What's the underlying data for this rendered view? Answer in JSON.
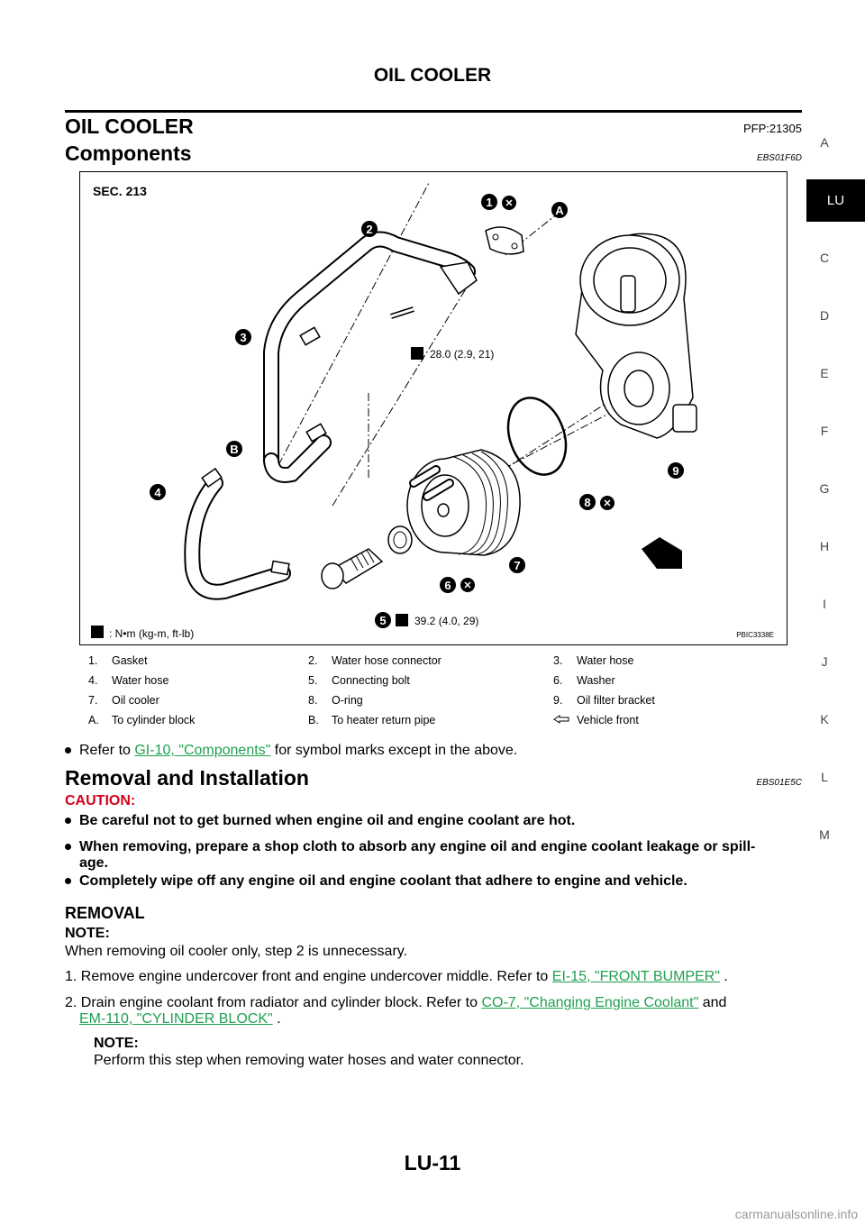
{
  "header": {
    "title": "OIL COOLER"
  },
  "section": {
    "title": "OIL COOLER",
    "pfp": "PFP:21305"
  },
  "components": {
    "title": "Components",
    "code": "EBS01F6D"
  },
  "sidebar": {
    "letters": [
      "A",
      "LU",
      "C",
      "D",
      "E",
      "F",
      "G",
      "H",
      "I",
      "J",
      "K",
      "L",
      "M"
    ]
  },
  "figure": {
    "sec": "SEC. 213",
    "torque1": "28.0 (2.9, 21)",
    "torque2": "39.2 (4.0, 29)",
    "unit_legend": ": N•m (kg-m, ft-lb)",
    "fig_id": "PBIC3338E",
    "callouts": [
      "1",
      "2",
      "3",
      "4",
      "5",
      "6",
      "7",
      "8",
      "9",
      "A",
      "B"
    ]
  },
  "legend": {
    "rows": [
      [
        "1.",
        "Gasket",
        "2.",
        "Water hose connector",
        "3.",
        "Water hose"
      ],
      [
        "4.",
        "Water hose",
        "5.",
        "Connecting bolt",
        "6.",
        "Washer"
      ],
      [
        "7.",
        "Oil cooler",
        "8.",
        "O-ring",
        "9.",
        "Oil filter bracket"
      ],
      [
        "A.",
        "To cylinder block",
        "B.",
        "To heater return pipe",
        "",
        "Vehicle front"
      ]
    ]
  },
  "refer": {
    "pre": "Refer to ",
    "link": "GI-10, \"Components\"",
    "post": "  for symbol marks except in the above."
  },
  "removal": {
    "title": "Removal and Installation",
    "code": "EBS01E5C"
  },
  "caution": {
    "label": "CAUTION:",
    "items": [
      "Be careful not to get burned when engine oil and engine coolant are hot.",
      "When removing, prepare a shop cloth to absorb any engine oil and engine coolant leakage or spill-",
      "age.",
      "Completely wipe off any engine oil and engine coolant that adhere to engine and vehicle."
    ]
  },
  "removal_section": {
    "heading": "REMOVAL",
    "note_label": "NOTE:",
    "note_text": "When removing oil cooler only, step 2 is unnecessary.",
    "step1_pre": "1.  Remove engine undercover front and engine undercover middle. Refer to ",
    "step1_link": "EI-15, \"FRONT BUMPER\"",
    "step1_post": " .",
    "step2_pre": "2.  Drain engine coolant from radiator and cylinder block. Refer to ",
    "step2_link1": "CO-7, \"Changing Engine Coolant\"",
    "step2_mid": "  and",
    "step2_link2": "EM-110, \"CYLINDER BLOCK\"",
    "step2_post": " .",
    "note2_label": "NOTE:",
    "note2_text": "Perform this step when removing water hoses and water connector."
  },
  "footer": {
    "page": "LU-11"
  },
  "watermark": "carmanualsonline.info"
}
